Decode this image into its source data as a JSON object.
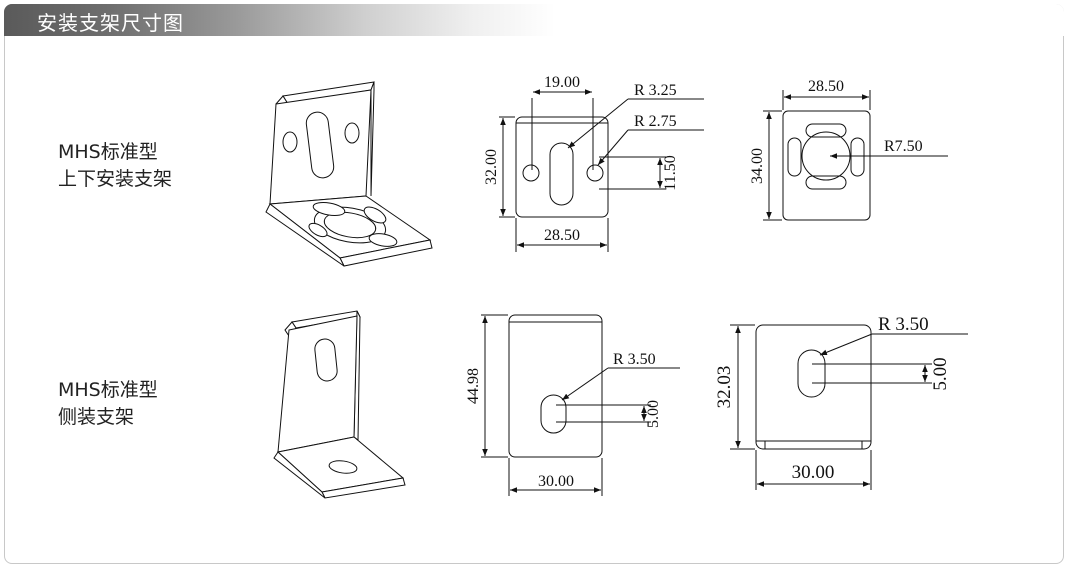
{
  "header": {
    "title": "安装支架尺寸图"
  },
  "rows": [
    {
      "label_line1": "MHS标准型",
      "label_line2": "上下安装支架",
      "front_view": {
        "top_width": "19.00",
        "height": "32.00",
        "width": "28.50",
        "slot_radius": "R 3.25",
        "hole_radius": "R 2.75",
        "hole_spacing": "11.50"
      },
      "base_view": {
        "width": "28.50",
        "height": "34.00",
        "center_radius": "R7.50"
      }
    },
    {
      "label_line1": "MHS标准型",
      "label_line2": "侧装支架",
      "side_view": {
        "height": "44.98",
        "width": "30.00",
        "slot_radius": "R 3.50",
        "slot_length": "5.00"
      },
      "base_view": {
        "height": "32.03",
        "width": "30.00",
        "slot_radius": "R 3.50",
        "slot_length": "5.00"
      }
    }
  ]
}
